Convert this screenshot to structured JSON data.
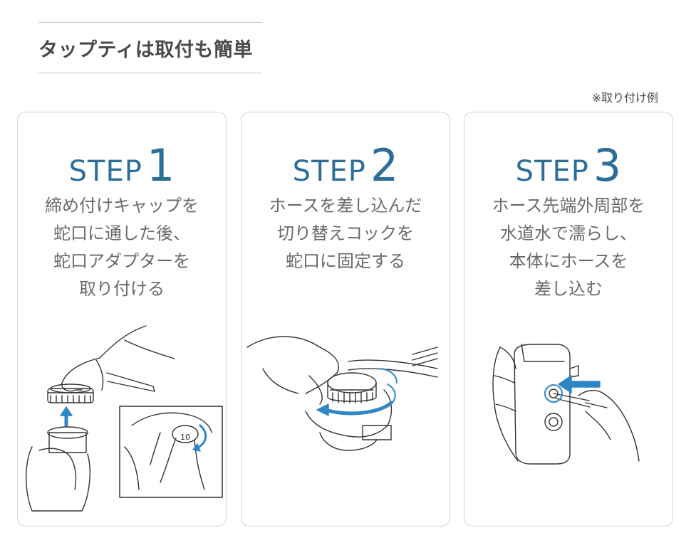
{
  "header": {
    "title": "タップティは取付も簡単"
  },
  "note": "※取り付け例",
  "steps": [
    {
      "word": "STEP",
      "number": "1",
      "lines": [
        "締め付けキャップを",
        "蛇口に通した後、",
        "蛇口アダプターを",
        "取り付ける"
      ]
    },
    {
      "word": "STEP",
      "number": "2",
      "lines": [
        "ホースを差し込んだ",
        "切り替えコックを",
        "蛇口に固定する"
      ]
    },
    {
      "word": "STEP",
      "number": "3",
      "lines": [
        "ホース先端外周部を",
        "水道水で濡らし、",
        "本体にホースを",
        "差し込む"
      ]
    }
  ],
  "colors": {
    "step_blue": "#2d6e99",
    "arrow_blue": "#2f86c6",
    "text_gray": "#6a6a6a"
  }
}
